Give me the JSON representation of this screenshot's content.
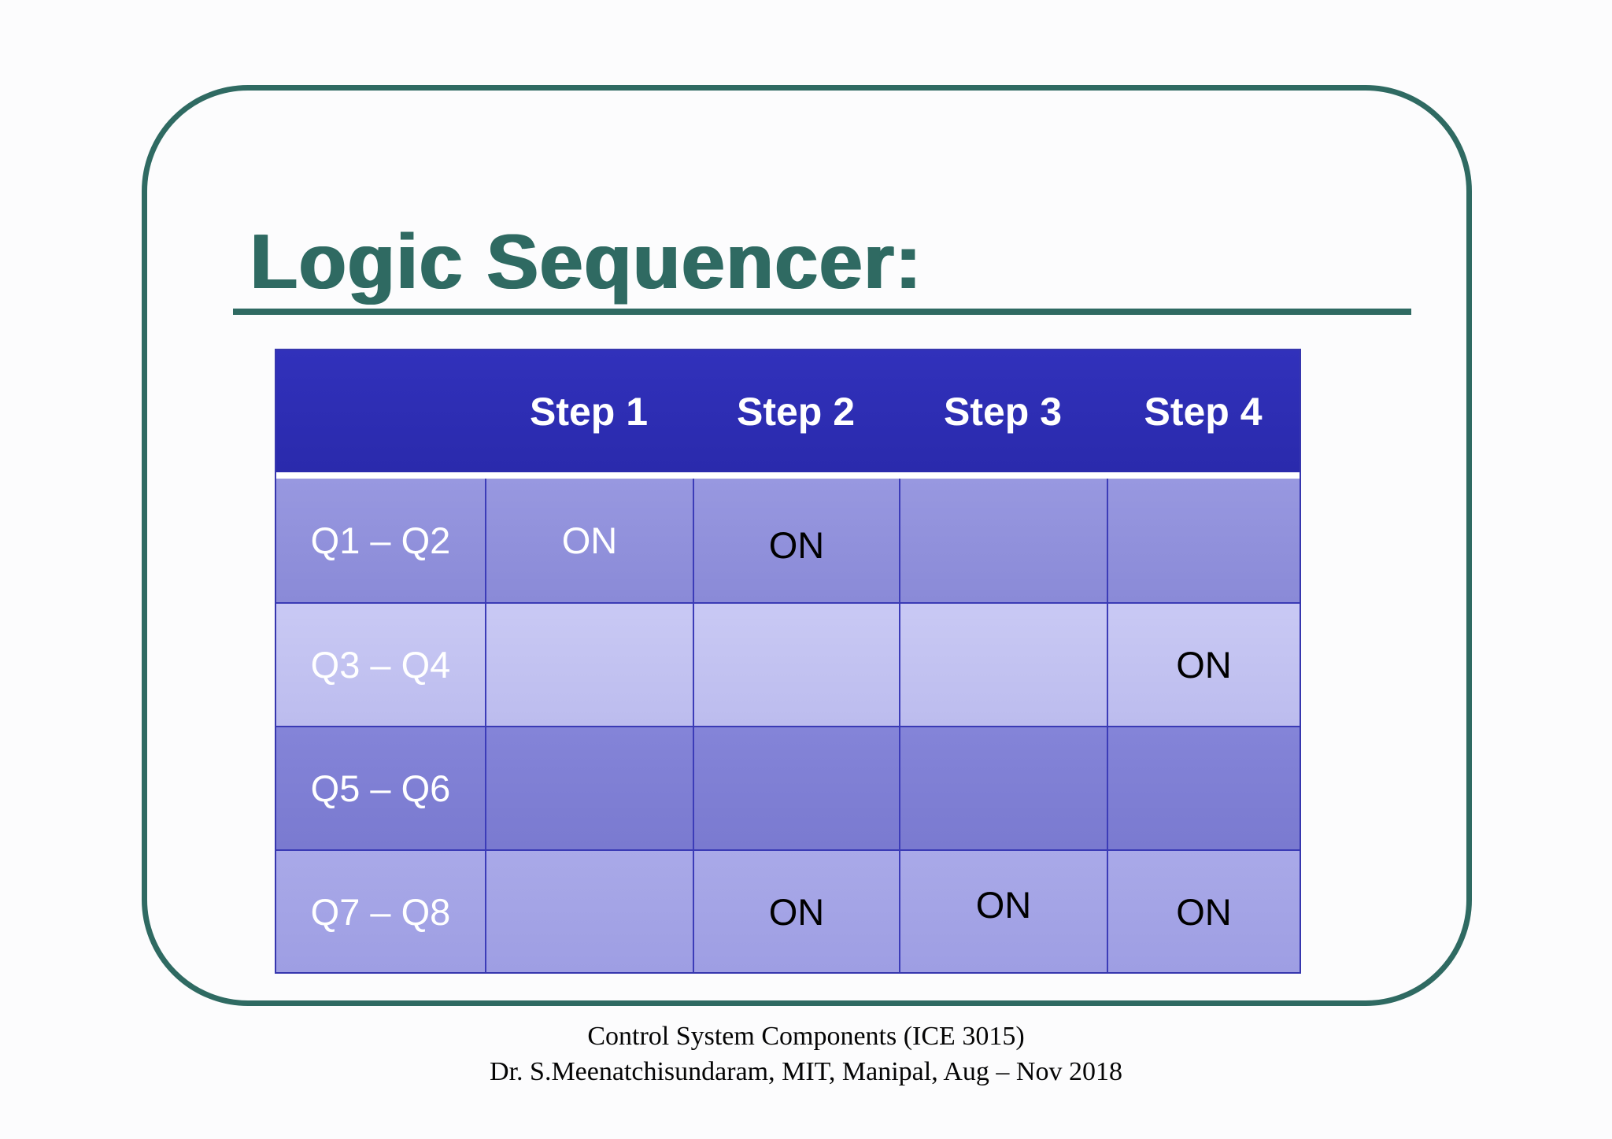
{
  "slide": {
    "title": "Logic Sequencer:",
    "footer": {
      "line1": "Control System Components (ICE 3015)",
      "line2": "Dr. S.Meenatchisundaram, MIT, Manipal, Aug – Nov 2018"
    }
  },
  "table": {
    "columns": [
      "",
      "Step 1",
      "Step 2",
      "Step 3",
      "Step 4"
    ],
    "rows": [
      {
        "label": "Q1 – Q2",
        "cells": [
          "ON",
          "ON",
          "",
          ""
        ]
      },
      {
        "label": "Q3 – Q4",
        "cells": [
          "",
          "",
          "",
          "ON"
        ]
      },
      {
        "label": "Q5 – Q6",
        "cells": [
          "",
          "",
          "",
          ""
        ]
      },
      {
        "label": "Q7 – Q8",
        "cells": [
          "",
          "ON",
          "ON",
          "ON"
        ]
      }
    ]
  },
  "colors": {
    "accent_teal": "#2f6a62",
    "header_blue": "#2d2db4",
    "row_medium": "#8f8fdc",
    "row_light": "#c3c3f0",
    "row_dark": "#7e7ed2",
    "row_medium_light": "#a4a4e6",
    "on_text_dark": "#000000",
    "on_text_light": "#ffffff"
  }
}
